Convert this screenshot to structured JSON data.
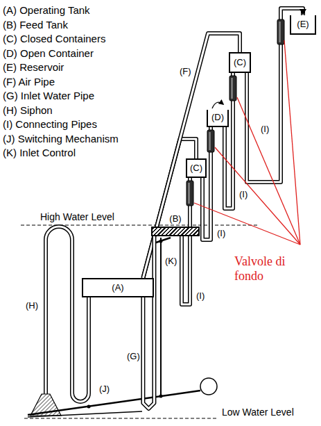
{
  "diagram": {
    "nodes": [
      {
        "text": [
          "(A)"
        ]
      },
      {
        "text": [
          "(B)"
        ]
      },
      {
        "text": [
          "(C)"
        ]
      },
      {
        "text": [
          "(D)"
        ]
      },
      {
        "text": [
          "(C)"
        ]
      },
      {
        "text": [
          "(E)"
        ]
      }
    ],
    "edges": [
      {
        "from": 0,
        "to": 2,
        "arrow": "none"
      },
      {
        "from": 0,
        "to": 4,
        "arrow": "none"
      },
      {
        "from": 0,
        "to": 1,
        "arrow": "none"
      },
      {
        "from": 1,
        "to": 2,
        "arrow": "none"
      },
      {
        "from": 2,
        "to": 3,
        "arrow": "none"
      },
      {
        "from": 3,
        "to": 4,
        "arrow": "none"
      },
      {
        "from": 4,
        "to": 5,
        "arrow": "to"
      }
    ],
    "labels": [
      "(A) Operating Tank",
      "(B) Feed Tank",
      "(C) Closed Containers",
      "(D) Open Container",
      "(E) Reservoir",
      "(F) Air Pipe",
      "(G) Inlet Water Pipe",
      "(H) Siphon",
      "(I) Connecting Pipes",
      "(J) Switching Mechanism",
      "(K) Inlet Control",
      "(F)",
      "(G)",
      "(H)",
      "(I)",
      "(I)",
      "(I)",
      "(I)",
      "(J)",
      "(K)",
      "High Water Level",
      "Low Water Level",
      "Valvole di fondo"
    ]
  }
}
